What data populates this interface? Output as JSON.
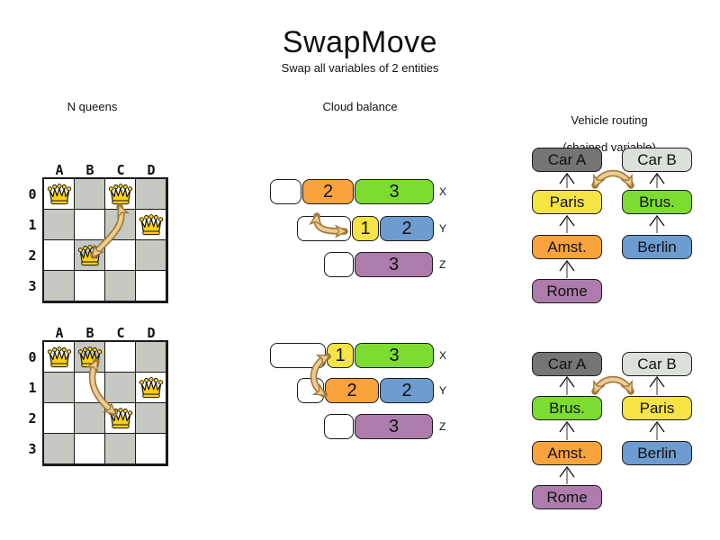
{
  "title": "SwapMove",
  "subtitle": "Swap all variables of 2 entities",
  "headers": {
    "nqueens": "N queens",
    "cloud": "Cloud balance",
    "vehicle_line1": "Vehicle routing",
    "vehicle_line2": "(chained variable)"
  },
  "colors": {
    "orange": "#f8a33b",
    "green": "#7cdc32",
    "yellow": "#f6e344",
    "blue": "#6d9cd0",
    "purple": "#ae7cac",
    "carA": "#757575",
    "carB": "#dce0da",
    "board_gray": "#c5c9c1",
    "queen_gold": "#fcd116",
    "arrow_fill": "#efcb93",
    "arrow_outline": "#9e7939"
  },
  "nqueens": {
    "col_labels": [
      "A",
      "B",
      "C",
      "D"
    ],
    "row_labels": [
      "0",
      "1",
      "2",
      "3"
    ],
    "boards": [
      {
        "name": "before",
        "queens": [
          {
            "col": 0,
            "row": 0
          },
          {
            "col": 2,
            "row": 0
          },
          {
            "col": 3,
            "row": 1
          },
          {
            "col": 1,
            "row": 2
          }
        ]
      },
      {
        "name": "after",
        "queens": [
          {
            "col": 0,
            "row": 0
          },
          {
            "col": 1,
            "row": 0
          },
          {
            "col": 3,
            "row": 1
          },
          {
            "col": 2,
            "row": 2
          }
        ]
      }
    ]
  },
  "cloud": {
    "states": [
      {
        "rows": [
          {
            "label": "X",
            "indent": 0,
            "free": 35,
            "blocks": [
              {
                "value": "2",
                "color": "orange",
                "width": 57
              },
              {
                "value": "3",
                "color": "green",
                "width": 88
              }
            ]
          },
          {
            "label": "Y",
            "indent": 30,
            "free": 60,
            "blocks": [
              {
                "value": "1",
                "color": "yellow",
                "width": 30
              },
              {
                "value": "2",
                "color": "blue",
                "width": 60
              }
            ]
          },
          {
            "label": "Z",
            "indent": 60,
            "free": 33,
            "blocks": [
              {
                "value": "3",
                "color": "purple",
                "width": 87
              }
            ]
          }
        ]
      },
      {
        "rows": [
          {
            "label": "X",
            "indent": 0,
            "free": 62,
            "blocks": [
              {
                "value": "1",
                "color": "yellow",
                "width": 30
              },
              {
                "value": "3",
                "color": "green",
                "width": 88
              }
            ]
          },
          {
            "label": "Y",
            "indent": 30,
            "free": 30,
            "blocks": [
              {
                "value": "2",
                "color": "orange",
                "width": 60
              },
              {
                "value": "2",
                "color": "blue",
                "width": 60
              }
            ]
          },
          {
            "label": "Z",
            "indent": 60,
            "free": 33,
            "blocks": [
              {
                "value": "3",
                "color": "purple",
                "width": 87
              }
            ]
          }
        ]
      }
    ]
  },
  "vehicle": {
    "states": [
      {
        "chains": [
          {
            "boxes": [
              {
                "text": "Car A",
                "color": "carA"
              },
              {
                "text": "Paris",
                "color": "yellow"
              },
              {
                "text": "Amst.",
                "color": "orange"
              },
              {
                "text": "Rome",
                "color": "purple"
              }
            ]
          },
          {
            "boxes": [
              {
                "text": "Car B",
                "color": "carB"
              },
              {
                "text": "Brus.",
                "color": "green"
              },
              {
                "text": "Berlin",
                "color": "blue"
              }
            ]
          }
        ]
      },
      {
        "chains": [
          {
            "boxes": [
              {
                "text": "Car A",
                "color": "carA"
              },
              {
                "text": "Brus.",
                "color": "green"
              },
              {
                "text": "Amst.",
                "color": "orange"
              },
              {
                "text": "Rome",
                "color": "purple"
              }
            ]
          },
          {
            "boxes": [
              {
                "text": "Car B",
                "color": "carB"
              },
              {
                "text": "Paris",
                "color": "yellow"
              },
              {
                "text": "Berlin",
                "color": "blue"
              }
            ]
          }
        ]
      }
    ]
  }
}
